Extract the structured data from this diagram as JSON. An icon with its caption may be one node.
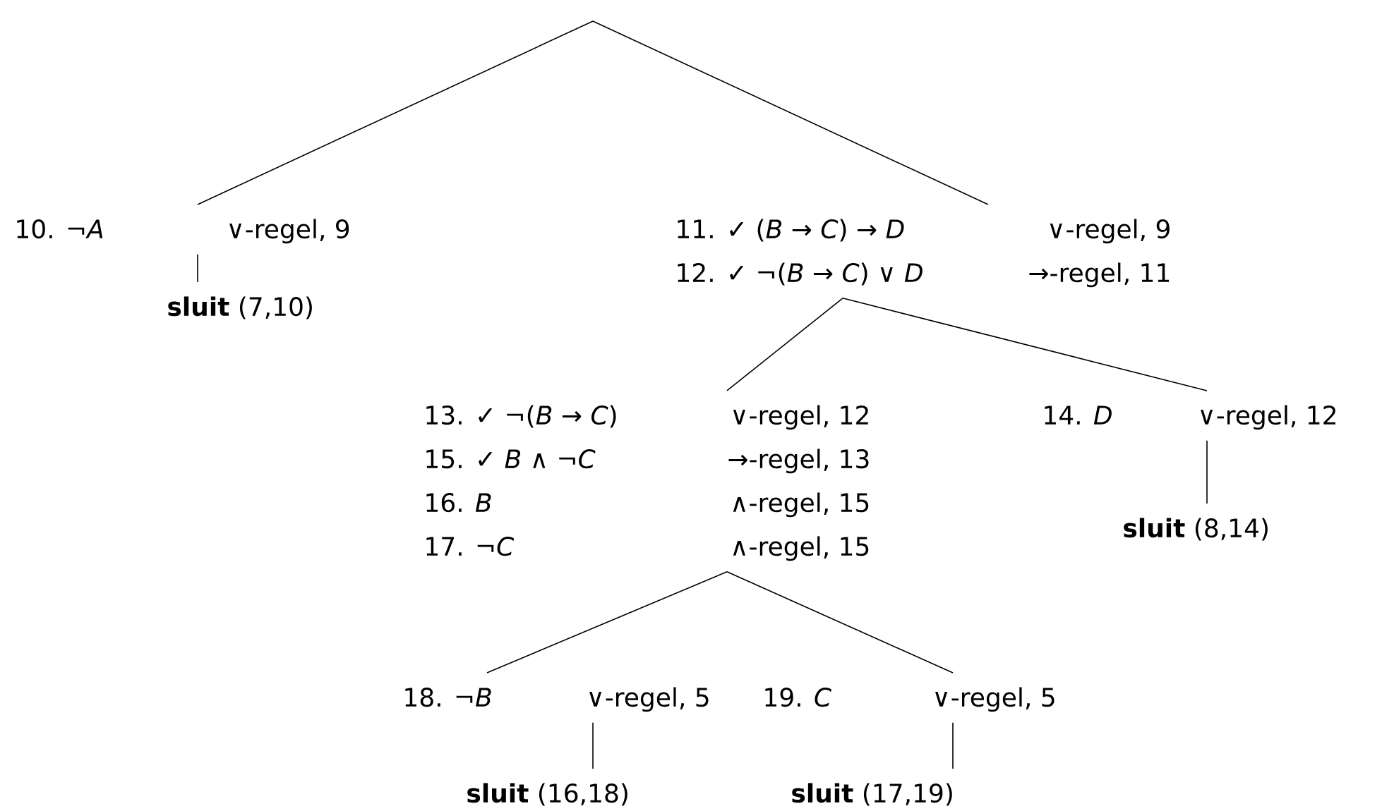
{
  "diagram": {
    "nodes": [
      {
        "text": [
          "10. ¬*A*",
          "∨-regel, 9"
        ]
      },
      {
        "text": [
          "**sluit** (7,10)"
        ]
      },
      {
        "text": [
          "11. ✓ (*B* → *C*) → *D*",
          "∨-regel, 9",
          "12. ✓ ¬(*B* → *C*) ∨ *D*",
          "→-regel, 11"
        ]
      },
      {
        "text": [
          "13. ✓ ¬(*B* → *C*)",
          "∨-regel, 12",
          "15. ✓ *B* ∧ ¬*C*",
          "→-regel, 13",
          "16. *B*",
          "∧-regel, 15",
          "17. ¬*C*",
          "∧-regel, 15"
        ]
      },
      {
        "text": [
          "14. *D*",
          "∨-regel, 12"
        ]
      },
      {
        "text": [
          "**sluit** (8,14)"
        ]
      },
      {
        "text": [
          "18. ¬*B*",
          "∨-regel, 5"
        ]
      },
      {
        "text": [
          "19. *C*",
          "∨-regel, 5"
        ]
      },
      {
        "text": [
          "**sluit** (16,18)"
        ]
      },
      {
        "text": [
          "**sluit** (17,19)"
        ]
      }
    ],
    "edges": [
      {
        "from": null,
        "to": 0,
        "arrow": "none"
      },
      {
        "from": null,
        "to": 2,
        "arrow": "none"
      },
      {
        "from": 0,
        "to": 1,
        "arrow": "none"
      },
      {
        "from": 2,
        "to": 3,
        "arrow": "none"
      },
      {
        "from": 2,
        "to": 4,
        "arrow": "none"
      },
      {
        "from": 4,
        "to": 5,
        "arrow": "none"
      },
      {
        "from": 3,
        "to": 6,
        "arrow": "none"
      },
      {
        "from": 3,
        "to": 7,
        "arrow": "none"
      },
      {
        "from": 6,
        "to": 8,
        "arrow": "none"
      },
      {
        "from": 7,
        "to": 9,
        "arrow": "none"
      }
    ]
  }
}
